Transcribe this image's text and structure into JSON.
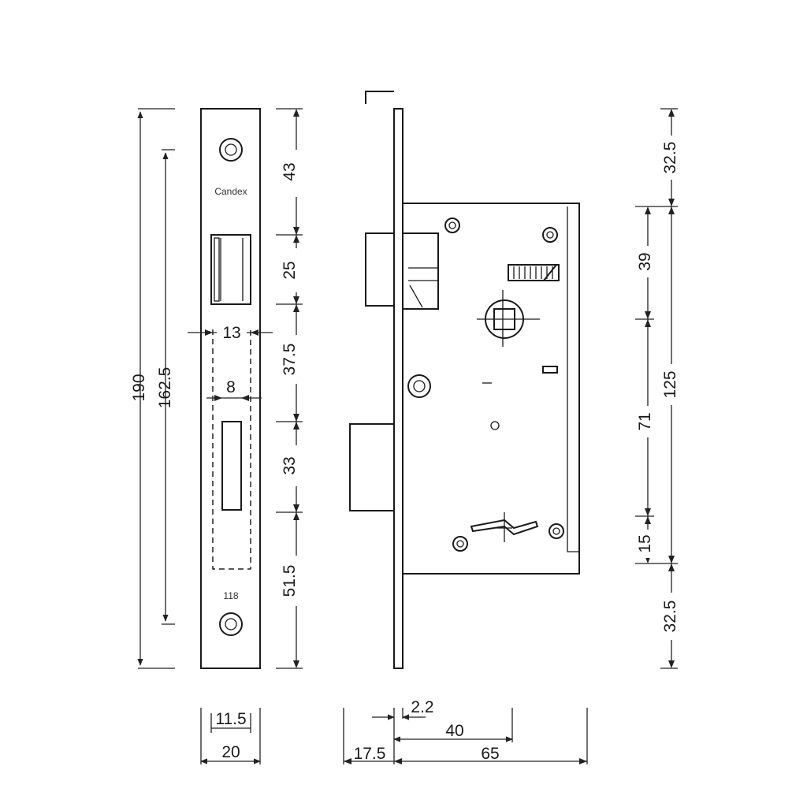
{
  "faceplate": {
    "brand_text": "Candex",
    "model_text": "118"
  },
  "dimensions": {
    "overall_height": "190",
    "screw_spacing": "162.5",
    "latch_width": "13",
    "bolt_width": "8",
    "plate_inner_width": "11.5",
    "plate_width": "20",
    "seg_top": "43",
    "seg_latch": "25",
    "seg_mid": "37.5",
    "seg_bolt": "33",
    "seg_bottom": "51.5",
    "plate_thickness": "2.2",
    "body_depth": "40",
    "backset": "17.5",
    "overall_depth": "65",
    "right_top": "32.5",
    "right_case_top": "39",
    "right_case_height": "125",
    "right_spindle_to_key": "71",
    "right_key_to_bottom": "15",
    "right_bottom": "32.5"
  }
}
